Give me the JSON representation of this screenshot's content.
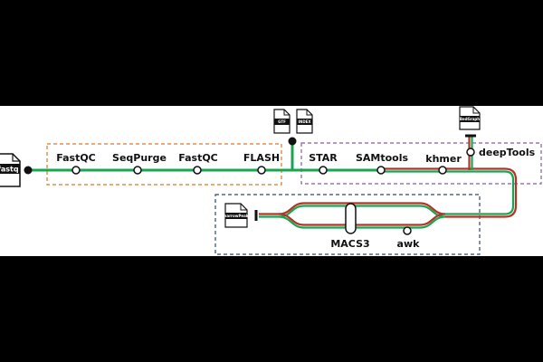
{
  "nodes": {
    "fastqc_1": "FastQC",
    "seqpurge": "SeqPurge",
    "fastqc_2": "FastQC",
    "flash": "FLASH",
    "star": "STAR",
    "samtools": "SAMtools",
    "khmer": "khmer",
    "deeptools": "deepTools",
    "macs3": "MACS3",
    "awk": "awk"
  },
  "files": {
    "fastq": "fastq",
    "gtf": "GTF",
    "index": "INDEX",
    "bedgraph": "BedGraph",
    "narrowpeak": "narrowPeak"
  },
  "colors": {
    "green": "#1aa550",
    "red": "#b53324",
    "orange_box": "#e0762e",
    "purple_box": "#8a5ba8",
    "navy_box": "#2e4a6b"
  }
}
